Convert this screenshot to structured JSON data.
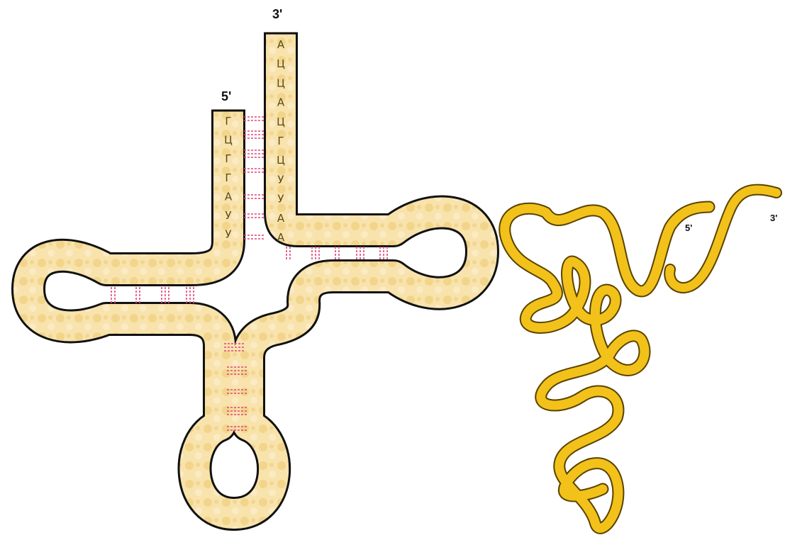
{
  "cloverleaf": {
    "label_3prime": "3'",
    "label_5prime": "5'",
    "acceptor_strand_3prime": [
      "А",
      "Ц",
      "Ц",
      "А",
      "Ц",
      "Г",
      "Ц",
      "У",
      "У",
      "А",
      "А"
    ],
    "acceptor_strand_5prime": [
      "Г",
      "Ц",
      "Г",
      "Г",
      "А",
      "У",
      "У"
    ],
    "colors": {
      "strand_fill": "#f6dfa2",
      "strand_outline": "#111111",
      "base_pair_lines": "#e0457a"
    }
  },
  "tertiary_structure": {
    "label_5prime": "5'",
    "label_3prime": "3'",
    "colors": {
      "ribbon_fill": "#f2c21b",
      "ribbon_edge": "#5a4300"
    }
  }
}
